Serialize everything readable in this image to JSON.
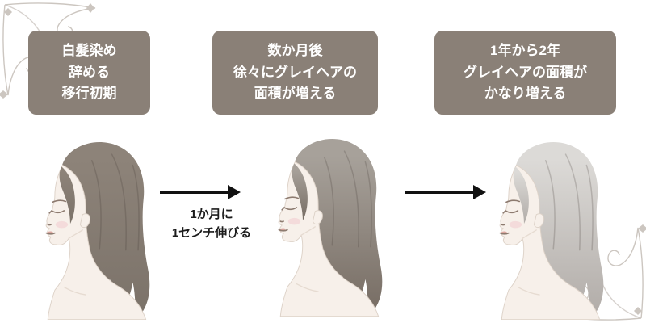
{
  "stage_boxes": [
    {
      "lines": [
        "白髪染め",
        "辞める",
        "移行初期"
      ]
    },
    {
      "lines": [
        "数か月後",
        "徐々にグレイヘアの",
        "面積が増える"
      ]
    },
    {
      "lines": [
        "1年から2年",
        "グレイヘアの面積が",
        "かなり増える"
      ]
    }
  ],
  "arrow_caption": {
    "line1": "1か月に",
    "line2": "1センチ伸びる"
  },
  "figures": [
    {
      "label": "transition-start",
      "hair_top": "#8d8379",
      "hair_bottom": "#7c736a"
    },
    {
      "label": "after-months",
      "hair_top": "#a7a19a",
      "hair_bottom": "#796f66"
    },
    {
      "label": "after-1-2-years",
      "hair_top": "#dcdad7",
      "hair_bottom": "#b3aeaa"
    }
  ],
  "colors": {
    "box_bg": "#8a8077",
    "box_text": "#ffffff",
    "arrow": "#111111",
    "caption_text": "#1c1c1c",
    "skin": "#f7f0ea",
    "lip": "#dca69f",
    "blush": "#f2cdd1",
    "ornament": "#ccc6c0"
  }
}
